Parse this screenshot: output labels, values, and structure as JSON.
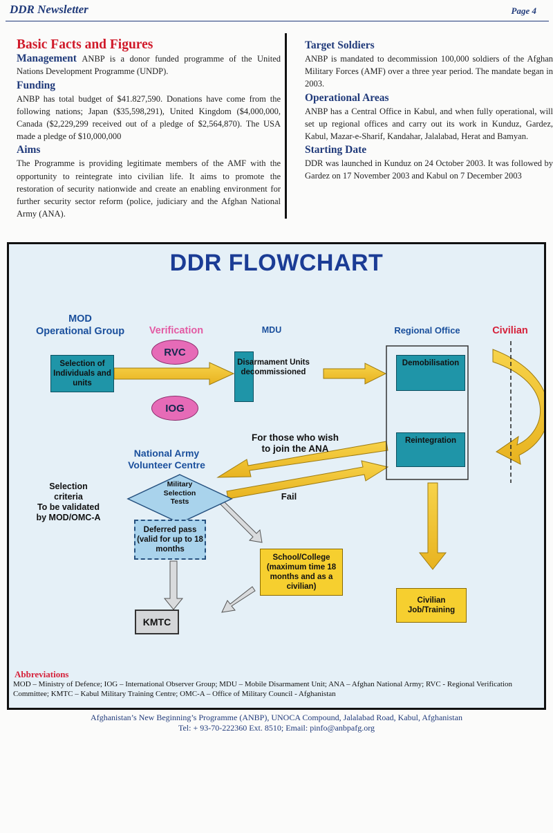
{
  "header": {
    "title": "DDR Newsletter",
    "page": "Page 4"
  },
  "left": {
    "main_title": "Basic Facts and Figures",
    "management_head": "Management",
    "management_text": "ANBP is a donor funded programme of the United Nations  Development Programme (UNDP).",
    "funding_head": "Funding",
    "funding_text": "ANBP has total budget of $41.827,590. Donations have come from the following nations; Japan ($35,598,291), United Kingdom ($4,000,000, Canada ($2,229,299 received out of a pledge of $2,564,870). The USA made a pledge of $10,000,000",
    "aims_head": "Aims",
    "aims_text": "The Programme is providing legitimate members of the AMF with the opportunity to reintegrate into civilian life. It aims to promote the restoration of security nationwide and create an enabling environment for further security sector reform (police, judiciary and the Afghan National Army (ANA)."
  },
  "right": {
    "target_head": "Target Soldiers",
    "target_text": "ANBP is mandated to decommission 100,000 soldiers of the Afghan Military Forces (AMF) over a three year period. The mandate began in 2003.",
    "areas_head": "Operational Areas",
    "areas_text": "ANBP has a Central Office in Kabul, and when fully operational, will set up regional offices and carry out its work in Kunduz, Gardez, Kabul, Mazar-e-Sharif, Kandahar, Jalalabad, Herat and Bamyan.",
    "date_head": "Starting Date",
    "date_text": "DDR was launched in Kunduz on 24 October 2003. It was followed by Gardez on 17 November 2003 and Kabul on 7 December 2003"
  },
  "flowchart": {
    "title": "DDR FLOWCHART",
    "mod_label": "MOD\nOperational Group",
    "verification_label": "Verification",
    "mdu_label": "MDU",
    "regional_label": "Regional Office",
    "civilian_label": "Civilian",
    "selection_box": "Selection of Individuals and units",
    "rvc": "RVC",
    "iog": "IOG",
    "disarmament_text": "Disarmament Units decommissioned",
    "demobilisation": "Demobilisation",
    "reintegration": "Reintegration",
    "ana_wish": "For those who wish\nto join the ANA",
    "nav_centre": "National Army\nVolunteer Centre",
    "selection_criteria": "Selection\ncriteria\nTo be validated\nby MOD/OMC-A",
    "mst": "Military\nSelection\nTests",
    "fail": "Fail",
    "deferred": "Deferred pass (valid for up to 18 months",
    "school": "School/College (maximum time 18 months and as a civilian)",
    "kmtc": "KMTC",
    "civ_job": "Civilian Job/Training",
    "abbr_head": "Abbreviations",
    "abbr_text": "MOD – Ministry of Defence; IOG – International Observer Group; MDU – Mobile Disarmament Unit; ANA – Afghan National Army; RVC - Regional Verification Committee; KMTC – Kabul Military Training Centre; OMC-A – Office of Military Council - Afghanistan"
  },
  "footer": {
    "line1": "Afghanistan’s New Beginning’s Programme (ANBP), UNOCA Compound, Jalalabad Road, Kabul, Afghanistan",
    "line2": "Tel: + 93-70-222360 Ext. 8510; Email: pinfo@anbpafg.org"
  },
  "colors": {
    "navy": "#203a7a",
    "red": "#d01a2a",
    "teal": "#1f95a8",
    "yellow": "#f6cf2f",
    "pink": "#e66bb7"
  }
}
